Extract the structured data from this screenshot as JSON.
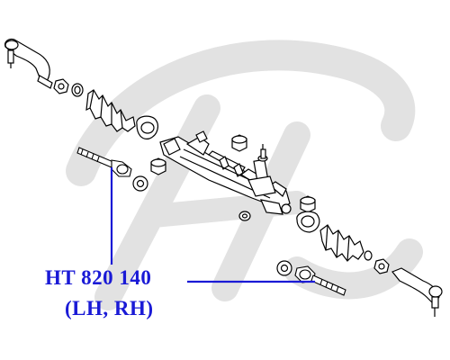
{
  "callout": {
    "part_number": "HT 820 140",
    "fitment": "(LH, RH)",
    "color": "#1a1ad6"
  },
  "watermark": {
    "color": "#e2e2e2"
  },
  "parts": {
    "left_side": [
      "tie-rod-end",
      "lock-nut",
      "boot-clamp",
      "rack-boot",
      "boot-clip",
      "inner-tie-rod",
      "claw-washer"
    ],
    "center": [
      "rack-housing",
      "pinion-valve",
      "mount-bushing",
      "mount-bracket"
    ],
    "right_side": [
      "mount-bushing",
      "boot-clamp",
      "rack-boot",
      "boot-clip",
      "lock-nut",
      "tie-rod-end",
      "inner-tie-rod",
      "claw-washer"
    ]
  }
}
